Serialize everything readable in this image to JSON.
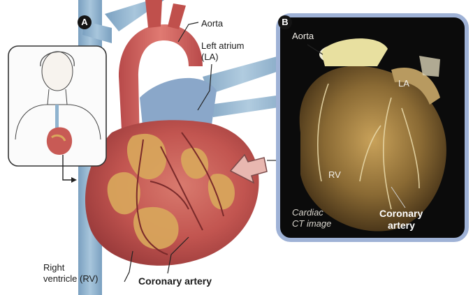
{
  "panel_a": {
    "badge": "A",
    "labels": {
      "aorta": "Aorta",
      "left_atrium": "Left atrium",
      "left_atrium_abbr": "(LA)",
      "right_ventricle": "Right",
      "right_ventricle_2": "ventricle (RV)",
      "coronary_artery": "Coronary artery"
    }
  },
  "panel_b": {
    "badge": "B",
    "labels": {
      "aorta": "Aorta",
      "la": "LA",
      "rv": "RV",
      "caption_1": "Cardiac",
      "caption_2": "CT image",
      "coronary_1": "Coronary",
      "coronary_2": "artery"
    }
  },
  "colors": {
    "vessel_blue": "#8fb3cf",
    "heart_red": "#c85a55",
    "fat_yellow": "#d9a75c",
    "ct_background": "#0b0b0b",
    "ct_frame": "#9fb2d6"
  }
}
